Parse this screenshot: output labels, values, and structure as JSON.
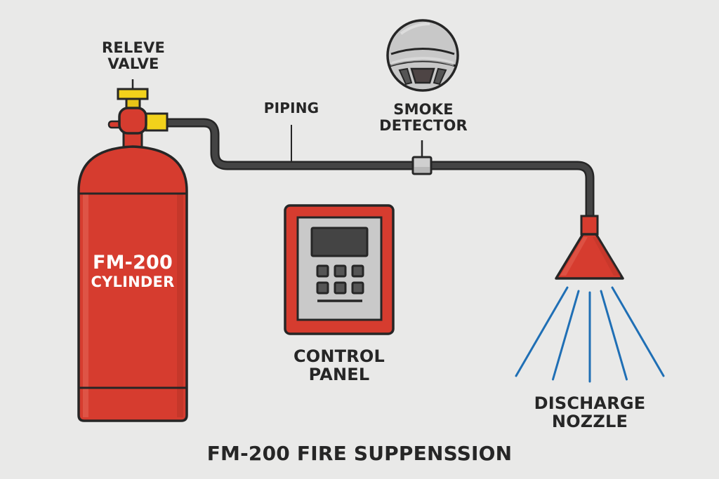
{
  "title": "FM-200 FIRE SUPPENSSION",
  "colors": {
    "background": "#e9e9e8",
    "cylinder_red": "#d63c2f",
    "outline": "#262626",
    "valve_yellow": "#f2d21b",
    "pipe": "#3a3a3a",
    "panel_face": "#c9c9c9",
    "spray_blue": "#1f6fb5"
  },
  "components": {
    "relief_valve": {
      "line1": "RELEVE",
      "line2": "VALVE"
    },
    "piping": {
      "label": "PIPING"
    },
    "smoke_detector": {
      "line1": "SMOKE",
      "line2": "DETECTOR"
    },
    "cylinder": {
      "line1": "FM-200",
      "line2": "CYLINDER"
    },
    "control_panel": {
      "line1": "CONTROL",
      "line2": "PANEL",
      "button_count": 6
    },
    "discharge_nozzle": {
      "line1": "DISCHARGE",
      "line2": "NOZZLE",
      "spray_lines": 5
    }
  }
}
